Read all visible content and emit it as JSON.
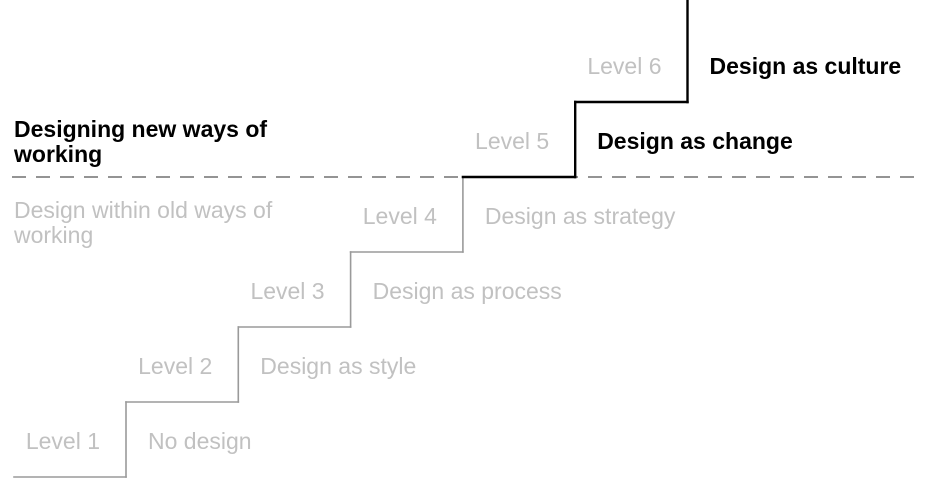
{
  "colors": {
    "muted_text": "#c1c1c1",
    "dark_text": "#000000",
    "muted_line": "#9a9a9a",
    "dark_line": "#000000",
    "divider": "#555555"
  },
  "zones": {
    "new": "Designing new ways of working",
    "old": "Design within old ways of working"
  },
  "levels": [
    {
      "label": "Level 1",
      "title": "No design",
      "new_ways": false
    },
    {
      "label": "Level 2",
      "title": "Design as style",
      "new_ways": false
    },
    {
      "label": "Level 3",
      "title": "Design as process",
      "new_ways": false
    },
    {
      "label": "Level 4",
      "title": "Design as strategy",
      "new_ways": false
    },
    {
      "label": "Level 5",
      "title": "Design as change",
      "new_ways": true
    },
    {
      "label": "Level 6",
      "title": "Design as culture",
      "new_ways": true
    }
  ]
}
